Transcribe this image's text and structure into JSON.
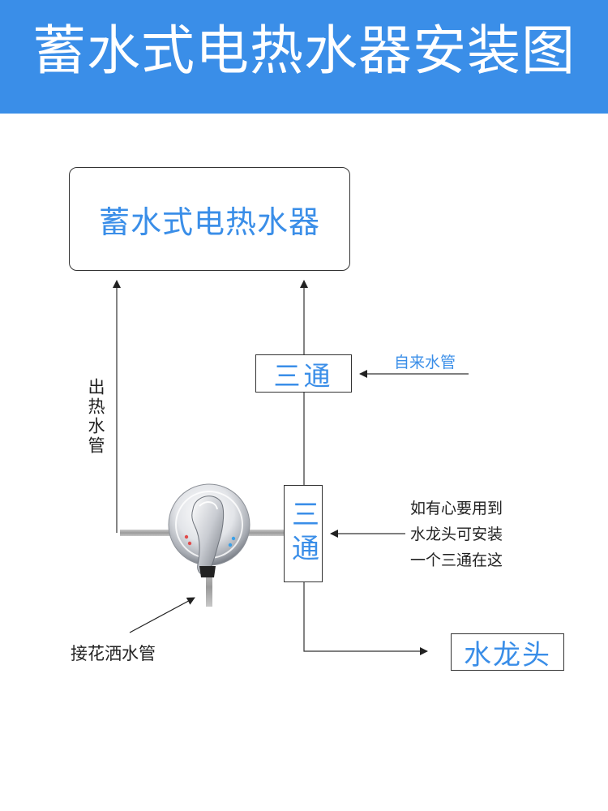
{
  "header": {
    "title": "蓄水式电热水器安装图"
  },
  "heater": {
    "label": "蓄水式电热水器"
  },
  "tee_top": {
    "label": "三通"
  },
  "tee_bottom": {
    "label": "三通"
  },
  "faucet": {
    "label": "水龙头"
  },
  "labels": {
    "tap_water_pipe": "自来水管",
    "hot_water_out": "出热水管",
    "shower_pipe": "接花洒水管",
    "note_line1": "如有心要用到",
    "note_line2": "水龙头可安装",
    "note_line3": "一个三通在这"
  },
  "colors": {
    "header_bg": "#3a8ee8",
    "accent_text": "#3a8ee8",
    "line": "#333333"
  }
}
